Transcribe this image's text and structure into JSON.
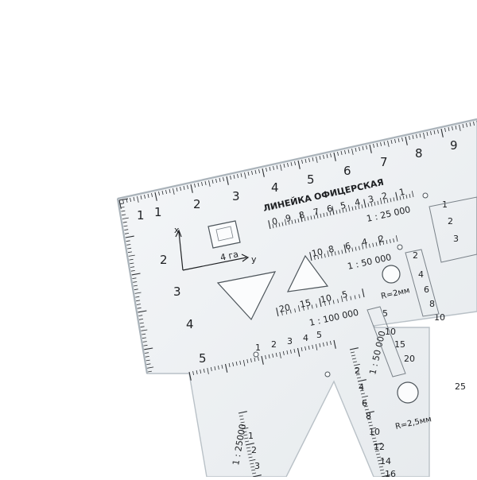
{
  "colors": {
    "background": "#ffffff",
    "plastic": "#eef1f3",
    "plastic_edge": "#b9c1c7",
    "ink": "#1d1f22",
    "cutout": "#fbfcfd"
  },
  "ruler": {
    "title": "ЛИНЕЙКА ОФИЦЕРСКАЯ",
    "top_scale_numbers": [
      "1",
      "2",
      "3",
      "4",
      "5",
      "6",
      "7",
      "8",
      "9"
    ],
    "left_scale_numbers": [
      "1",
      "2",
      "3",
      "4",
      "5"
    ],
    "bottom_arm_numbers": [
      "1",
      "2",
      "3",
      "4",
      "5"
    ],
    "scale_25000_numbers": [
      "0",
      "9",
      "8",
      "7",
      "6",
      "5",
      "4",
      "3",
      "2",
      "1"
    ],
    "scale_25000_label": "1 : 25 000",
    "scale_25000_right_numbers": [
      "1",
      "2",
      "3"
    ],
    "scale_50000_numbers": [
      "10",
      "8",
      "6",
      "4",
      "2"
    ],
    "scale_50000_label": "1 : 50 000",
    "scale_50000_right_numbers": [
      "2",
      "4",
      "6",
      "8",
      "10"
    ],
    "scale_100000_numbers": [
      "20",
      "15",
      "10",
      "5"
    ],
    "scale_100000_label": "1 : 100 000",
    "scale_100000_right_numbers": [
      "5",
      "10",
      "15",
      "20"
    ],
    "vertical_scale_label": "1 : 50 000",
    "vertical_scale_numbers": [
      "2",
      "4",
      "6",
      "8",
      "10",
      "12",
      "14",
      "16"
    ],
    "left_arm_label": "1 : 25000",
    "left_arm_numbers": [
      "1",
      "2",
      "3"
    ],
    "radius_2": "R=2мм",
    "radius_2_5": "R=2,5мм",
    "right_edge_number": "25",
    "axis_x": "x",
    "axis_y": "y",
    "area_label": "4 га"
  }
}
